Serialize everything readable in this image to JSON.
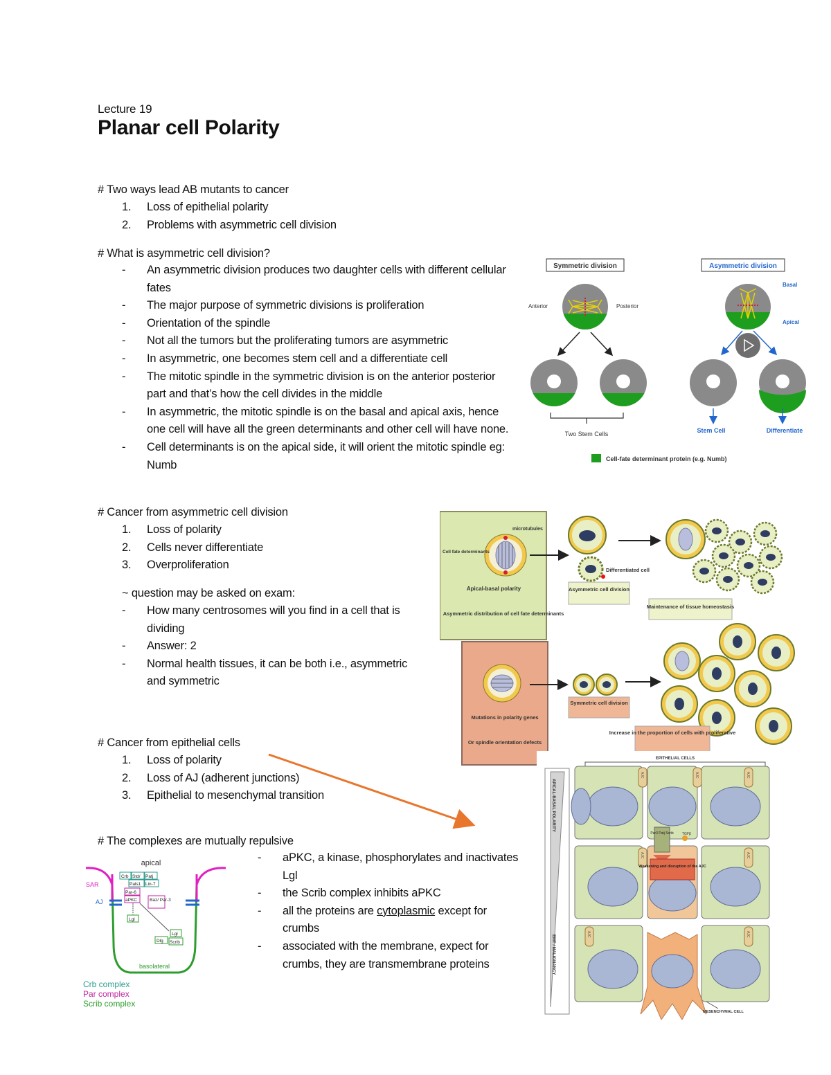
{
  "lecture": "Lecture 19",
  "title": "Planar cell Polarity",
  "sec1": {
    "heading": "# Two ways lead AB mutants to cancer",
    "items": [
      "Loss of epithelial polarity",
      "Problems with asymmetric cell division"
    ]
  },
  "sec2": {
    "heading": "# What is asymmetric cell division?",
    "bullets": [
      "An asymmetric division produces two daughter cells with different cellular fates",
      "The major purpose of symmetric divisions is proliferation",
      "Orientation of the spindle",
      "Not all the tumors but the proliferating tumors are asymmetric",
      "In asymmetric, one becomes stem cell and a differentiate cell",
      "The mitotic spindle in the symmetric division is on the anterior posterior part and that’s how the cell divides in the middle",
      "In asymmetric, the mitotic spindle is on the basal and apical axis, hence one cell will have all the green determinants and other cell will have none.",
      "Cell determinants is on the apical side, it will orient the mitotic spindle eg: Numb"
    ]
  },
  "sec3": {
    "heading": "# Cancer from asymmetric cell division",
    "items": [
      "Loss of polarity",
      "Cells never differentiate",
      "Overproliferation"
    ],
    "exam_heading": "~ question may be asked on exam:",
    "exam_bullets": [
      "How many centrosomes will you find in a cell that is dividing",
      "Answer: 2",
      "Normal health tissues, it can be both i.e., asymmetric and symmetric"
    ]
  },
  "sec4": {
    "heading": "# Cancer from epithelial cells",
    "items": [
      "Loss of polarity",
      "Loss of AJ (adherent junctions)",
      "Epithelial to mesenchymal transition"
    ]
  },
  "sec5": {
    "heading": "# The complexes are mutually repulsive",
    "b1": "aPKC, a kinase, phosphorylates and inactivates Lgl",
    "b2": "the Scrib complex inhibits aPKC",
    "b3_pre": "all the proteins are ",
    "b3_u": "cytoplasmic",
    "b3_post": " except for crumbs",
    "b4": "associated with the membrane, expect for crumbs, they are transmembrane proteins"
  },
  "fig1": {
    "sym_title": "Symmetric division",
    "asym_title": "Asymmetric division",
    "anterior": "Anterior",
    "posterior": "Posterior",
    "basal": "Basal",
    "apical": "Apical",
    "two_stem": "Two Stem Cells",
    "stem": "Stem Cell",
    "diff": "Differentiate",
    "legend": "Cell-fate determinant protein (e.g. Numb)",
    "colors": {
      "green": "#1e9e1e",
      "blue": "#2266cc",
      "gray": "#8a8a8a"
    }
  },
  "fig2": {
    "microtubules": "microtubules",
    "cell_fate": "Cell fate determinants",
    "apical_basal": "Apical-basal polarity",
    "asym_dist": "Asymmetric distribution of cell fate determinants",
    "asym_div": "Asymmetric cell division",
    "diff_cell": "Differentiated cell",
    "maint": "Maintenance of tissue homeostasis",
    "mutations": "Mutations in polarity genes",
    "spindle": "Or spindle orientation defects",
    "sym_div": "Symmetric cell division",
    "increase": "Increase in the proportion of cells with proliferative"
  },
  "fig3": {
    "epithelial": "EPITHELIAL CELLS",
    "apical_basal": "APICAL-BASAL POLARITY",
    "emt": "EMT / MALIGNANCY",
    "ajc": "AJC",
    "par3": "Par3 Patj Scrib",
    "tgfb": "TGFβ",
    "weakening": "Weakening and disruption of the AJC",
    "mesenchymal": "MESENCHYMAL CELL"
  },
  "fig4": {
    "apical": "apical",
    "basolateral": "basolateral",
    "sar": "SAR",
    "aj": "AJ",
    "crb": "Crb",
    "std": "Std/",
    "patj": "Patj",
    "pals1": "Pals1",
    "lin7": "Lin-7",
    "par6": "Par-6",
    "apkc": "aPKC",
    "baz": "Baz/ Par-3",
    "lgl": "Lgl",
    "dlg": "Dlg",
    "scrib": "Scrib",
    "legend_crb": "Crb complex",
    "legend_par": "Par complex",
    "legend_scrib": "Scrib complex",
    "colors": {
      "crb": "#2a9d8f",
      "par": "#c026a0",
      "scrib": "#2d9d2d"
    }
  }
}
